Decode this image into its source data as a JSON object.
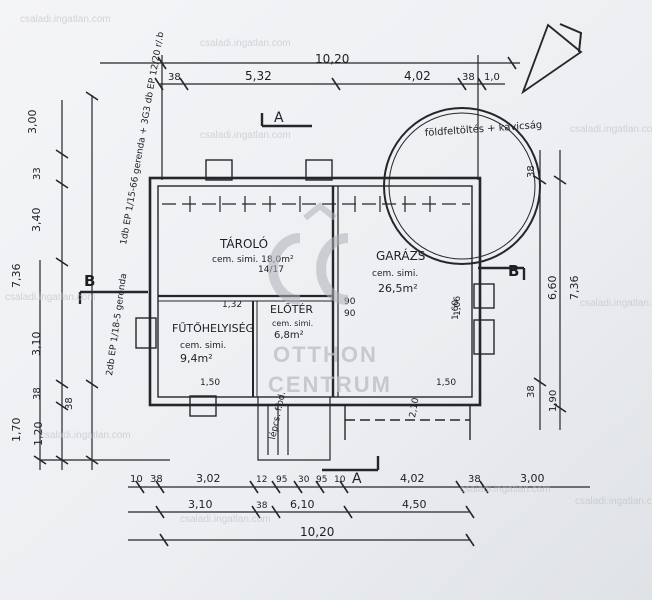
{
  "plan": {
    "dims_top": {
      "total": "10,20",
      "left_span": "5,32",
      "right_span": "4,02",
      "small_left": "38",
      "small_right": "38",
      "small_right2": "1,0"
    },
    "dims_left": {
      "d1": "3,00",
      "d2": "33",
      "d3": "3,40",
      "d4": "7,36",
      "d5": "3,10",
      "d6": "38",
      "d7": "1,70",
      "d8": "1,20",
      "d9": "38"
    },
    "dims_right": {
      "d1": "6,60",
      "d2": "7,36",
      "d3": "38",
      "d4": "1,90",
      "d5": "38",
      "d6": "1,60"
    },
    "dims_bottom": {
      "row1": [
        "10",
        "38",
        "3,02",
        "12",
        "95",
        "30",
        "95",
        "10",
        "4,02",
        "38",
        "3,00"
      ],
      "row2": [
        "3,10",
        "38",
        "6,10",
        "4,50"
      ],
      "total": "10,20"
    },
    "rooms": [
      {
        "name": "TÁROLÓ",
        "sub": "cem. simi. 18,0m²"
      },
      {
        "name": "GARÁZS",
        "sub": "cem. simi.",
        "area": "26,5m²"
      },
      {
        "name": "FŰTŐHELYISÉG",
        "sub": "cem. simi.",
        "area": "9,4m²"
      },
      {
        "name": "ELŐTÉR",
        "sub": "cem. simi.",
        "area": "6,8m²"
      }
    ],
    "section_marks": {
      "a": "A",
      "b": "B"
    },
    "notes": {
      "left_note_1": "1db EP 1/15-66 gerenda + 3G3 db EP 12/20 r/.b",
      "left_note_2": "2db EP 1/18-5 gerenda",
      "earth": "földfeltöltés + kavicság",
      "stair": "lépcs. f.bd.",
      "misc": [
        "14/17",
        "1,32",
        "90",
        "90",
        "1,50",
        "1,50",
        "2,10",
        "1,06"
      ]
    },
    "watermark": {
      "brand_line1": "OTTHON",
      "brand_line2": "CENTRUM",
      "site": "csaladi.ingatlan.com"
    }
  }
}
